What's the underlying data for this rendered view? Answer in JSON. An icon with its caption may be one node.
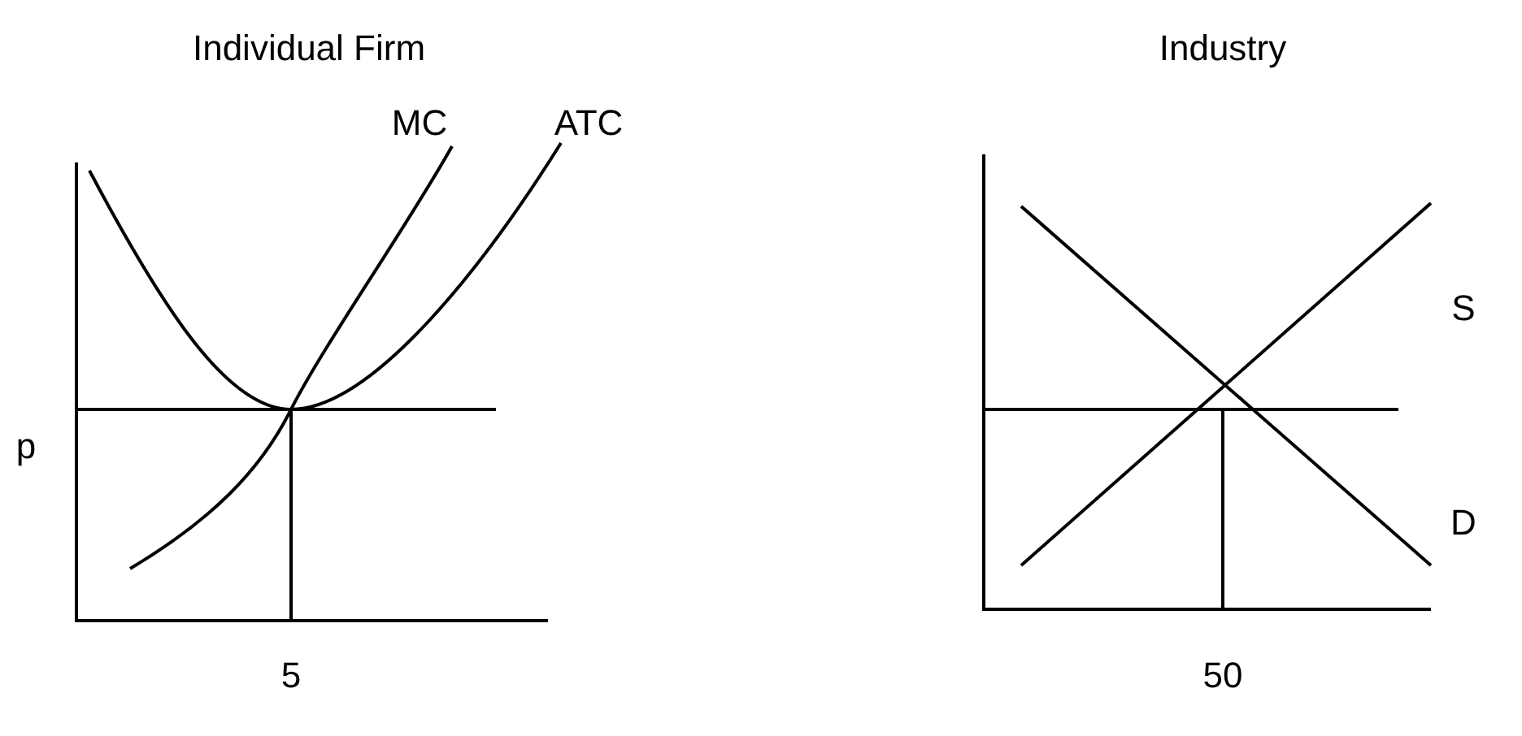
{
  "diagram": {
    "labels": [
      "Individual Firm",
      "Industry",
      "MC",
      "ATC",
      "S",
      "p",
      "D",
      "5",
      "50"
    ]
  }
}
